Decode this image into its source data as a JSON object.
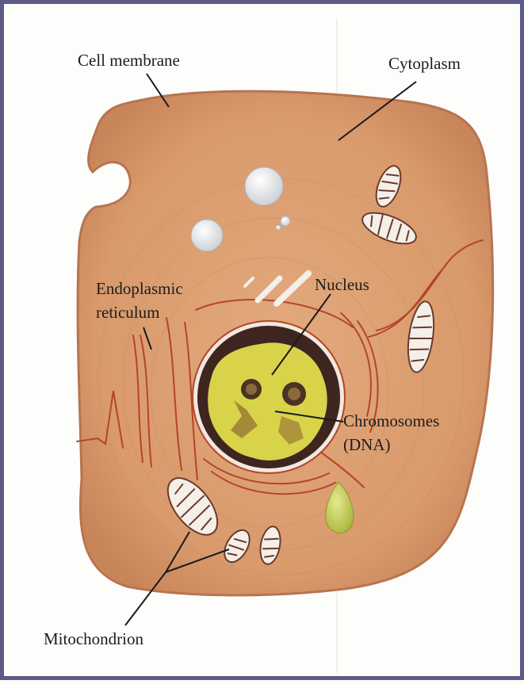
{
  "diagram": {
    "labels": {
      "cell_membrane": "Cell membrane",
      "cytoplasm": "Cytoplasm",
      "endoplasmic_reticulum_line1": "Endoplasmic",
      "endoplasmic_reticulum_line2": "reticulum",
      "nucleus": "Nucleus",
      "chromosomes_line1": "Chromosomes",
      "chromosomes_line2": "(DNA)",
      "mitochondrion": "Mitochondrion"
    },
    "colors": {
      "frame": "#5b5a88",
      "cytoplasm": "#d99a6c",
      "membrane_edge": "#b87450",
      "endoplasmic_reticulum": "#b5442c",
      "nuclear_envelope": "#4a2620",
      "chromatin": "#d9d34a",
      "vacuole": "#f1f3f4",
      "mitochondrion": "#f4efe9",
      "mitochondrion_outline": "#6a3a2c",
      "droplet": "#c6cf52",
      "label_text": "#1c1c1c"
    }
  }
}
